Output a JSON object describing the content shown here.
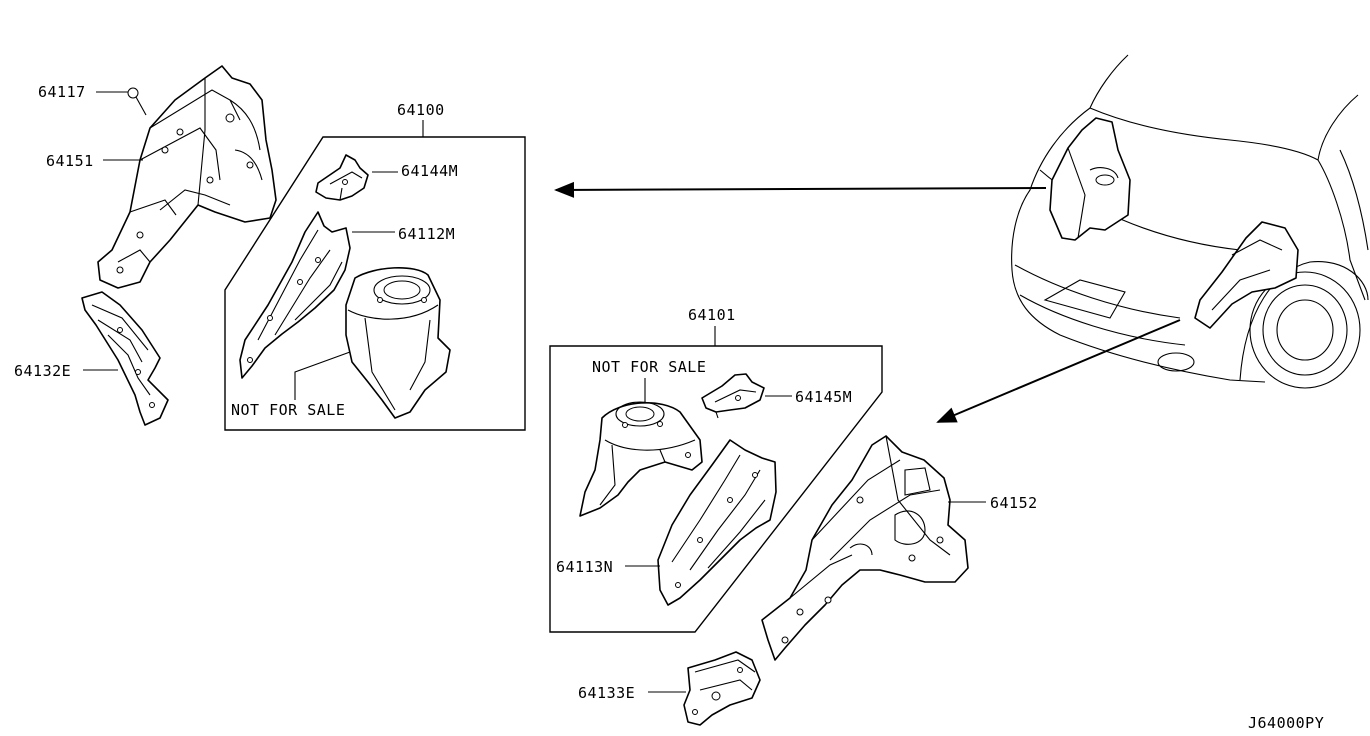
{
  "labels": {
    "p64117": "64117",
    "p64151": "64151",
    "p64132E": "64132E",
    "p64100": "64100",
    "p64144M": "64144M",
    "p64112M": "64112M",
    "nfs_left": "NOT FOR SALE",
    "p64101": "64101",
    "nfs_right": "NOT FOR SALE",
    "p64145M": "64145M",
    "p64113N": "64113N",
    "p64152": "64152",
    "p64133E": "64133E",
    "diagram_code": "J64000PY"
  },
  "colors": {
    "line": "#000000",
    "background": "#ffffff"
  },
  "icons": [
    "arrow-left-icon",
    "arrow-down-left-icon"
  ]
}
